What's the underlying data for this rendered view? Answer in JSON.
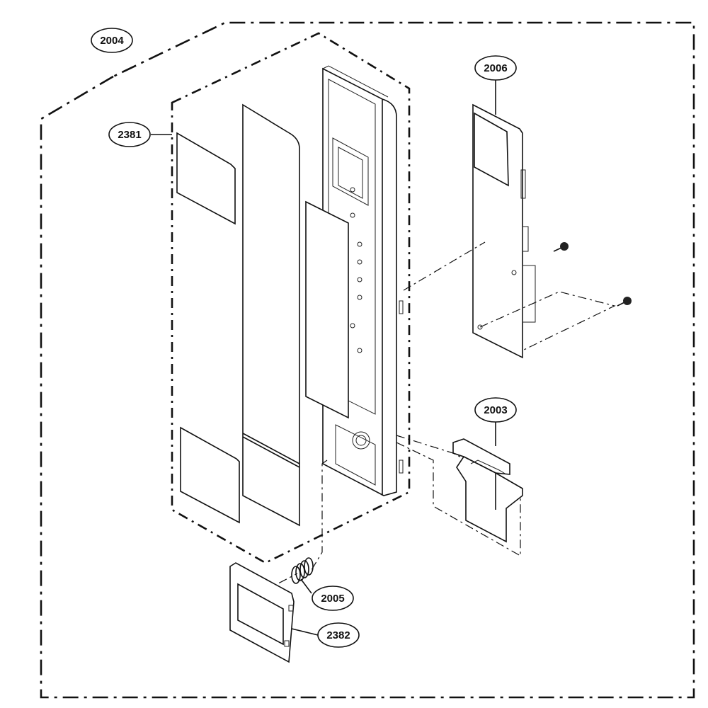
{
  "labels": {
    "assembly": "2004",
    "sheet": "2381",
    "pcb": "2006",
    "latch": "2003",
    "spring": "2005",
    "button": "2382"
  }
}
